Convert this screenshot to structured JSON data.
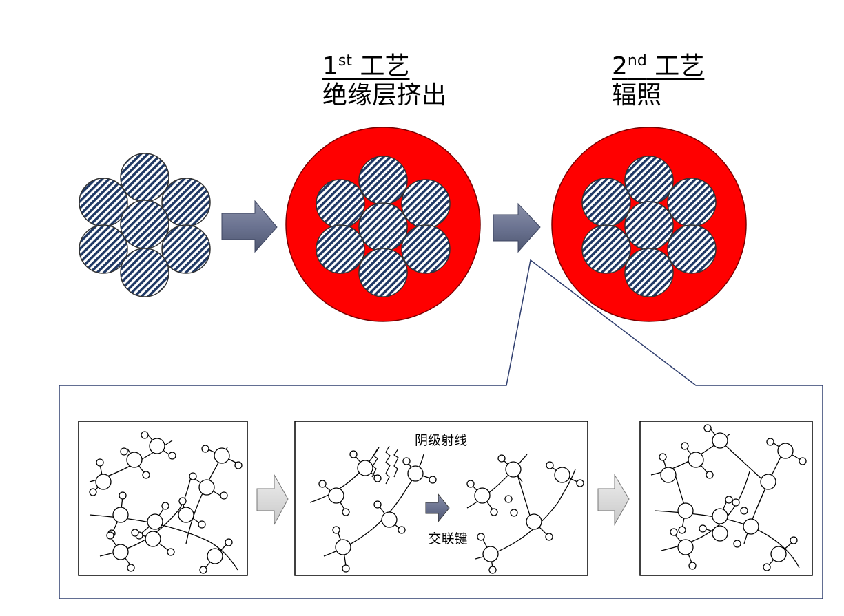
{
  "step1": {
    "ordinal_number": "1",
    "ordinal_suffix": "st",
    "title": "工艺",
    "subtitle": "绝缘层挤出"
  },
  "step2": {
    "ordinal_number": "2",
    "ordinal_suffix": "nd",
    "title": "工艺",
    "subtitle": "辐照"
  },
  "detail": {
    "cathode_ray_label": "阴级射线",
    "crosslink_label": "交联键"
  },
  "colors": {
    "insulation": "#ff0000",
    "strand_stripe": "#1f3864",
    "process_arrow": "#6b7391",
    "detail_arrow": "#d9d9d9",
    "callout_border": "#2f3e6e"
  }
}
